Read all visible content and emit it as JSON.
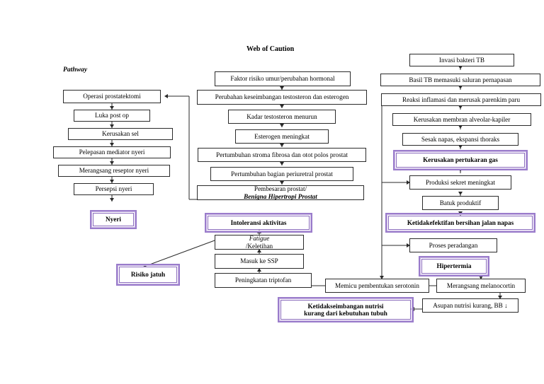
{
  "page": {
    "title": "Web of Caution",
    "pathway_label": "Pathway",
    "accent_purple": "#9a7ccb",
    "line_color": "#2a2a2a",
    "background": "#ffffff"
  },
  "columns": {
    "left": {
      "name": "post-operative pain pathway",
      "nodes": [
        {
          "id": "operasi-prostatektomi",
          "label": "Operasi prostatektomi",
          "type": "process"
        },
        {
          "id": "luka-post-op",
          "label": "Luka post op",
          "type": "process"
        },
        {
          "id": "kerusakan-sel",
          "label": "Kerusakan sel",
          "type": "process"
        },
        {
          "id": "pelepasan-mediator-nyeri",
          "label": "Pelepasan mediator nyeri",
          "type": "process"
        },
        {
          "id": "merangsang-reseptor-nyeri",
          "label": "Merangsang reseptor nyeri",
          "type": "process"
        },
        {
          "id": "persepsi-nyeri",
          "label": "Persepsi nyeri",
          "type": "process"
        },
        {
          "id": "nyeri",
          "label": "Nyeri",
          "type": "diagnosis"
        }
      ]
    },
    "middle_top": {
      "name": "benign prostatic hypertrophy pathway",
      "nodes": [
        {
          "id": "faktor-risiko",
          "label": "Faktor risiko umur/perubahan hormonal",
          "type": "process"
        },
        {
          "id": "perubahan-keseimbangan",
          "label": "Perubahan keseimbangan testosteron dan esterogen",
          "type": "process"
        },
        {
          "id": "kadar-testosteron-menurun",
          "label": "Kadar testosteron menurun",
          "type": "process"
        },
        {
          "id": "esterogen-meningkat",
          "label": "Esterogen meningkat",
          "type": "process"
        },
        {
          "id": "pertumbuhan-stroma",
          "label": "Pertumbuhan stroma fibrosa dan otot polos prostat",
          "type": "process"
        },
        {
          "id": "pertumbuhan-periuretral",
          "label": "Pertumbuhan bagian periuretral prostat",
          "type": "process"
        },
        {
          "id": "pembesaran-prostat",
          "label_plain": "Pembesaran prostat/",
          "label_italic": "Benigna Hipertropi Prostat",
          "type": "process"
        }
      ]
    },
    "middle_bottom": {
      "name": "activity intolerance pathway",
      "nodes": [
        {
          "id": "intoleransi-aktivitas",
          "label": "Intoleransi aktivitas",
          "type": "diagnosis"
        },
        {
          "id": "fatigue",
          "label_italic": "Fatigue",
          "label_plain": "/Keletihan",
          "type": "process"
        },
        {
          "id": "masuk-ke-ssp",
          "label": "Masuk ke SSP",
          "type": "process"
        },
        {
          "id": "peningkatan-triptofan",
          "label": "Peningkatan triptofan",
          "type": "process"
        },
        {
          "id": "risiko-jatuh",
          "label": "Risiko jatuh",
          "type": "diagnosis"
        },
        {
          "id": "ketidakseimbangan-nutrisi",
          "label_line1": "Ketidakseimbangan nutrisi",
          "label_line2": "kurang dari kebutuhan tubuh",
          "type": "diagnosis"
        }
      ]
    },
    "right": {
      "name": "tuberculosis pathway",
      "nodes": [
        {
          "id": "invasi-bakteri-tb",
          "label": "Invasi bakteri TB",
          "type": "process"
        },
        {
          "id": "basil-tb",
          "label": "Basil TB memasuki saluran pernapasan",
          "type": "process"
        },
        {
          "id": "reaksi-inflamasi",
          "label": "Reaksi inflamasi dan merusak parenkim paru",
          "type": "process"
        },
        {
          "id": "kerusakan-membran",
          "label": "Kerusakan membran alveolar-kapiler",
          "type": "process"
        },
        {
          "id": "sesak-napas",
          "label": "Sesak napas, ekspansi thoraks",
          "type": "process"
        },
        {
          "id": "kerusakan-pertukaran-gas",
          "label": "Kerusakan pertukaran gas",
          "type": "diagnosis"
        },
        {
          "id": "produksi-sekret",
          "label": "Produksi sekret meningkat",
          "type": "process"
        },
        {
          "id": "batuk-produktif",
          "label": "Batuk produktif",
          "type": "process"
        },
        {
          "id": "ketidakefektifan-bersihan",
          "label": "Ketidakefektifan bersihan jalan napas",
          "type": "diagnosis"
        },
        {
          "id": "proses-peradangan",
          "label": "Proses peradangan",
          "type": "process"
        },
        {
          "id": "hipertermia",
          "label": "Hipertermia",
          "type": "diagnosis"
        },
        {
          "id": "merangsang-melanocortin",
          "label": "Merangsang melanocortin",
          "type": "process"
        },
        {
          "id": "asupan-nutrisi-kurang",
          "label": "Asupan nutrisi kurang, BB ↓",
          "type": "process"
        },
        {
          "id": "memicu-serotonin",
          "label": "Memicu pembentukan serotonin",
          "type": "process"
        }
      ]
    }
  }
}
